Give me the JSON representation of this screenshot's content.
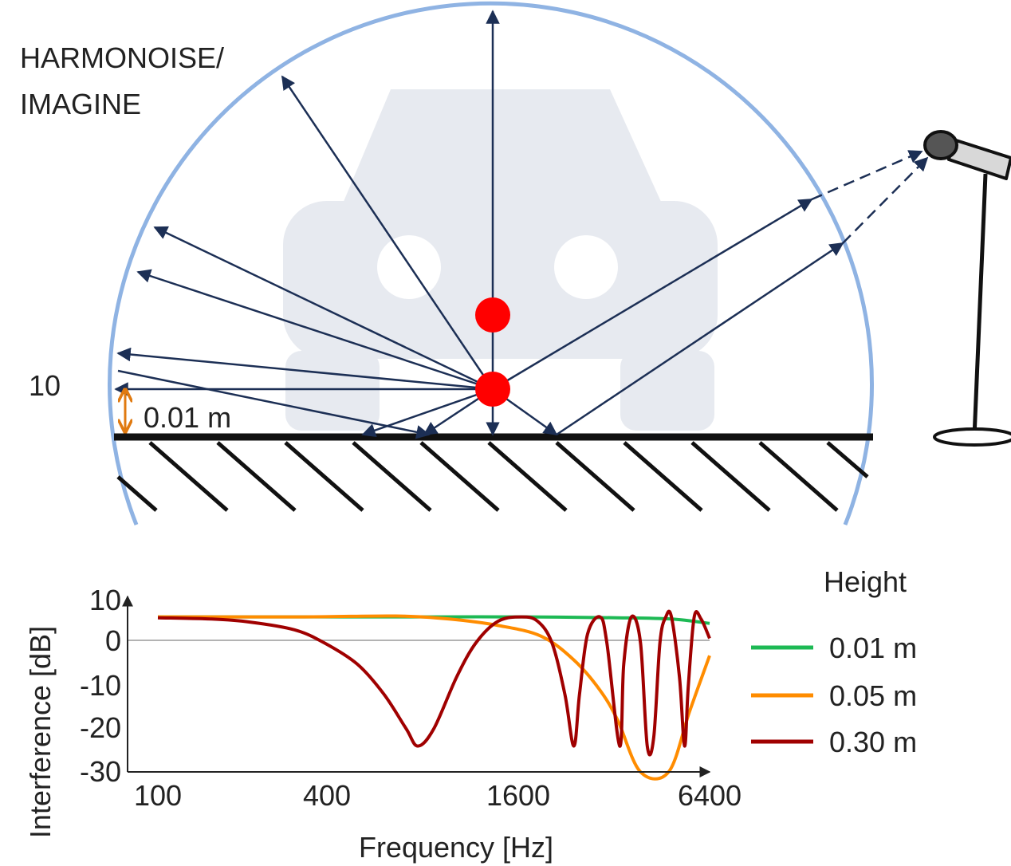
{
  "diagram": {
    "model_label_line1": "HARMONOISE/",
    "model_label_line2": "IMAGINE",
    "height_scale_label": "10",
    "source_height_label": "0.01 m",
    "colors": {
      "hemisphere": "#8fb3e3",
      "rays": "#1c2f55",
      "source": "#ff0000",
      "ground": "#111111",
      "car": "#e7eaf0",
      "height_arrow": "#e07a10"
    }
  },
  "chart_data": {
    "type": "line",
    "xlabel": "Frequency [Hz]",
    "ylabel": "Interference [dB]",
    "x_scale": "log2",
    "x_ticks": [
      "100",
      "400",
      "1600",
      "6400"
    ],
    "y_ticks": [
      "10",
      "0",
      "-10",
      "-20",
      "-30"
    ],
    "xlim": [
      100,
      6400
    ],
    "ylim": [
      -30,
      10
    ],
    "legend_title": "Height",
    "legend_position": "right",
    "zero_line": true,
    "series": [
      {
        "name": "0.01 m",
        "color": "#1db954",
        "points": [
          [
            100,
            6
          ],
          [
            400,
            6
          ],
          [
            800,
            6
          ],
          [
            1600,
            6
          ],
          [
            3200,
            5.8
          ],
          [
            4800,
            5.5
          ],
          [
            6400,
            4.5
          ]
        ]
      },
      {
        "name": "0.05 m",
        "color": "#ff8c00",
        "points": [
          [
            100,
            6
          ],
          [
            300,
            6
          ],
          [
            600,
            6.2
          ],
          [
            900,
            5.5
          ],
          [
            1300,
            4
          ],
          [
            1800,
            1.5
          ],
          [
            2300,
            -4
          ],
          [
            2800,
            -11
          ],
          [
            3200,
            -18
          ],
          [
            3800,
            -30
          ],
          [
            4700,
            -30
          ],
          [
            5500,
            -16
          ],
          [
            6400,
            -3
          ]
        ]
      },
      {
        "name": "0.30 m",
        "color": "#a00000",
        "points": [
          [
            100,
            5.8
          ],
          [
            150,
            5.5
          ],
          [
            200,
            4.8
          ],
          [
            280,
            3
          ],
          [
            350,
            0
          ],
          [
            450,
            -5
          ],
          [
            550,
            -12
          ],
          [
            650,
            -20
          ],
          [
            710,
            -24
          ],
          [
            800,
            -20
          ],
          [
            950,
            -8
          ],
          [
            1100,
            0
          ],
          [
            1300,
            5
          ],
          [
            1550,
            6
          ],
          [
            1750,
            5
          ],
          [
            1950,
            0
          ],
          [
            2150,
            -12
          ],
          [
            2300,
            -24
          ],
          [
            2400,
            -12
          ],
          [
            2550,
            2
          ],
          [
            2800,
            6
          ],
          [
            2950,
            0
          ],
          [
            3250,
            -24
          ],
          [
            3350,
            -5
          ],
          [
            3550,
            6
          ],
          [
            3800,
            0
          ],
          [
            4000,
            -24
          ],
          [
            4200,
            -22
          ],
          [
            4400,
            0
          ],
          [
            4600,
            6
          ],
          [
            4800,
            6
          ],
          [
            5100,
            -8
          ],
          [
            5300,
            -24
          ],
          [
            5450,
            -10
          ],
          [
            5700,
            6
          ],
          [
            6000,
            5.5
          ],
          [
            6400,
            1
          ]
        ]
      }
    ]
  }
}
